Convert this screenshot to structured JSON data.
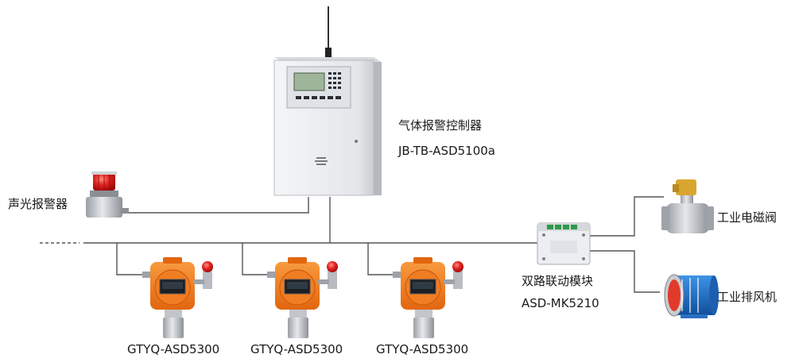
{
  "controller": {
    "name": "气体报警控制器",
    "model": "JB-TB-ASD5100a"
  },
  "alarm": {
    "name": "声光报警器"
  },
  "detectors": [
    {
      "model": "GTYQ-ASD5300"
    },
    {
      "model": "GTYQ-ASD5300"
    },
    {
      "model": "GTYQ-ASD5300"
    }
  ],
  "module": {
    "name": "双路联动模块",
    "model": "ASD-MK5210"
  },
  "outputs": {
    "valve": "工业电磁阀",
    "fan": "工业排风机"
  },
  "colors": {
    "line": "#555555",
    "detector_body": "#ee7a1e",
    "lamp_red": "#d81e1e",
    "controller_panel": "#e9eaec",
    "fan_blue": "#1e6fc7"
  }
}
